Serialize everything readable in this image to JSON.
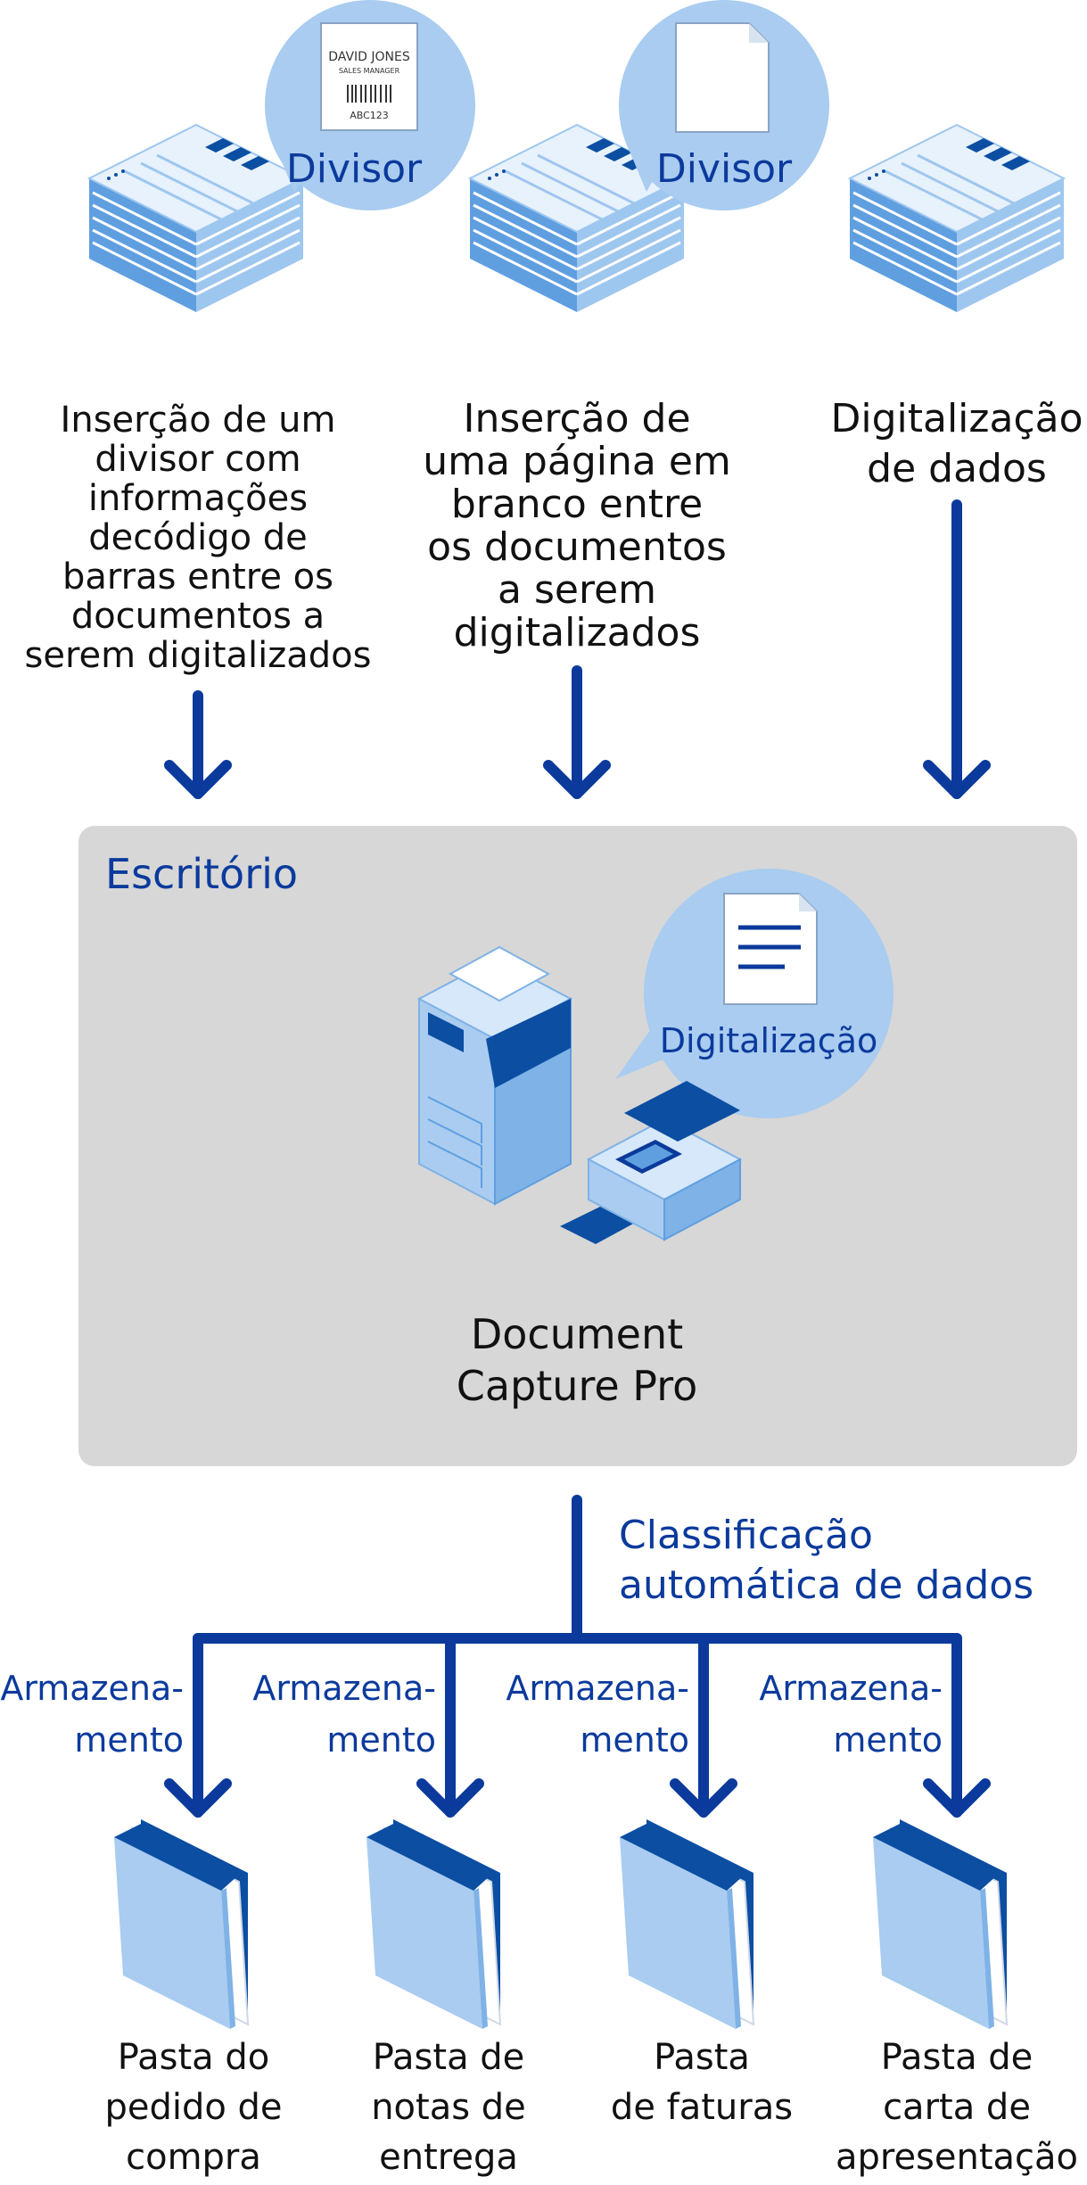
{
  "inputs": [
    {
      "bubble_text": "Divisor",
      "card": {
        "name": "DAVID JONES",
        "title": "SALES MANAGER",
        "code": "ABC123"
      },
      "description": [
        "Inserção de um",
        "divisor com",
        "informações",
        "decódigo de",
        "barras entre os",
        "documentos a",
        "serem digitalizados"
      ]
    },
    {
      "bubble_text": "Divisor",
      "description": [
        "Inserção de",
        "uma página em",
        "branco entre",
        "os documentos",
        "a serem",
        "digitalizados"
      ]
    },
    {
      "description": [
        "Digitalização",
        "de dados"
      ]
    }
  ],
  "office": {
    "title": "Escritório",
    "bubble_text": "Digitalização",
    "product_lines": [
      "Document",
      "Capture Pro"
    ]
  },
  "classification": [
    "Classificação",
    "automática de dados"
  ],
  "storage_label": [
    "Armazena-",
    "mento"
  ],
  "folders": [
    {
      "label": [
        "Pasta do",
        "pedido de",
        "compra"
      ]
    },
    {
      "label": [
        "Pasta de",
        "notas de",
        "entrega"
      ]
    },
    {
      "label": [
        "Pasta",
        "de faturas"
      ]
    },
    {
      "label": [
        "Pasta de",
        "carta de",
        "apresentação"
      ]
    }
  ],
  "colors": {
    "arrow": "#0b3a9c",
    "bubble": "#a9ccf0",
    "paper_light": "#e8f2fc",
    "paper_mid": "#9ec7ef",
    "paper_dark": "#5f9fe0",
    "office_bg": "#d7d7d7",
    "folder_front": "#a9ccf0",
    "folder_back": "#0b4ea2"
  }
}
